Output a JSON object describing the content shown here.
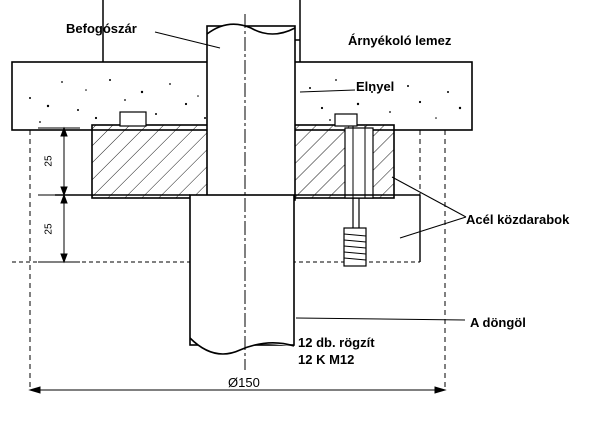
{
  "labels": {
    "befogoszar": "Befogószár",
    "arnyekolo": "Árnyékoló lemez",
    "elnyel": "Elnyel",
    "acel": "Acél közdarabok",
    "dongol": "A döngöl",
    "rogzit_1": "12 db. rögzít",
    "rogzit_2": "12 K M12"
  },
  "dimensions": {
    "upper_height": "25",
    "lower_height": "25",
    "diameter": "Ø150"
  }
}
